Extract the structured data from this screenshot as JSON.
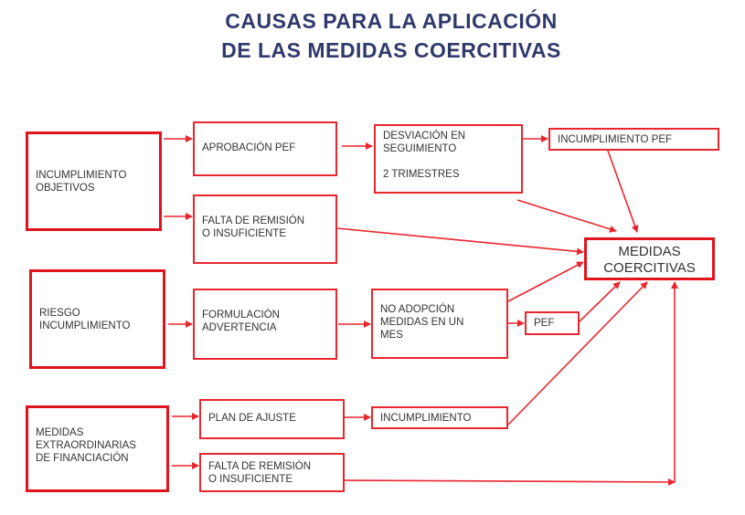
{
  "title": {
    "line1": "CAUSAS PARA LA APLICACIÓN",
    "line2": "DE LAS MEDIDAS COERCITIVAS"
  },
  "colors": {
    "accent": "#e8262e",
    "title": "#2f3a6b"
  },
  "nodes": {
    "incumplimiento_objetivos": "INCUMPLIMIENTO\nOBJETIVOS",
    "aprobacion_pef": "APROBACIÓN  PEF",
    "falta_remision_1": "FALTA DE REMISIÓN\nO INSUFICIENTE",
    "desviacion": "DESVIACIÓN  EN\nSEGUIMIENTO\n\n2 TRIMESTRES",
    "incumplimiento_pef": "INCUMPLIMIENTO PEF",
    "medidas_coercitivas": "MEDIDAS\nCOERCITIVAS",
    "riesgo_incumplimiento": "RIESGO\nINCUMPLIMIENTO",
    "formulacion_advertencia": "FORMULACIÓN\nADVERTENCIA",
    "no_adopcion": "NO ADOPCIÓN\nMEDIDAS EN UN\nMES",
    "pef": "PEF",
    "medidas_extraordinarias": "MEDIDAS\nEXTRAORDINARIAS\nDE FINANCIACIÓN",
    "plan_ajuste": "PLAN DE AJUSTE",
    "falta_remision_2": "FALTA DE REMISIÓN\nO INSUFICIENTE",
    "incumplimiento": "INCUMPLIMIENTO"
  }
}
